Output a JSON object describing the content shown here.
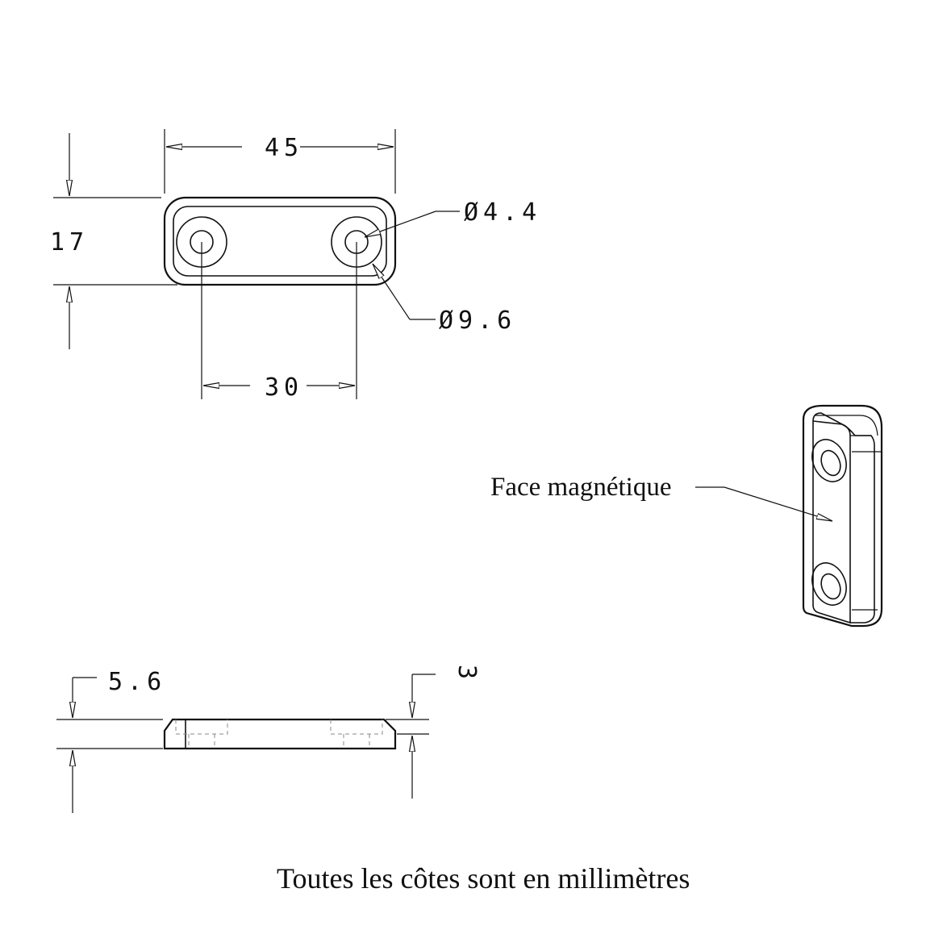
{
  "top_view": {
    "dim_length": "45",
    "dim_width": "17",
    "dim_hole_spacing": "30",
    "dim_hole_diameter": "Ø4.4",
    "dim_counterbore_diameter": "Ø9.6"
  },
  "side_view": {
    "dim_total_thickness": "5.6",
    "dim_chamfer": "3"
  },
  "iso_view": {
    "label": "Face magnétique"
  },
  "footer": {
    "note": "Toutes les côtes sont en millimètres"
  }
}
